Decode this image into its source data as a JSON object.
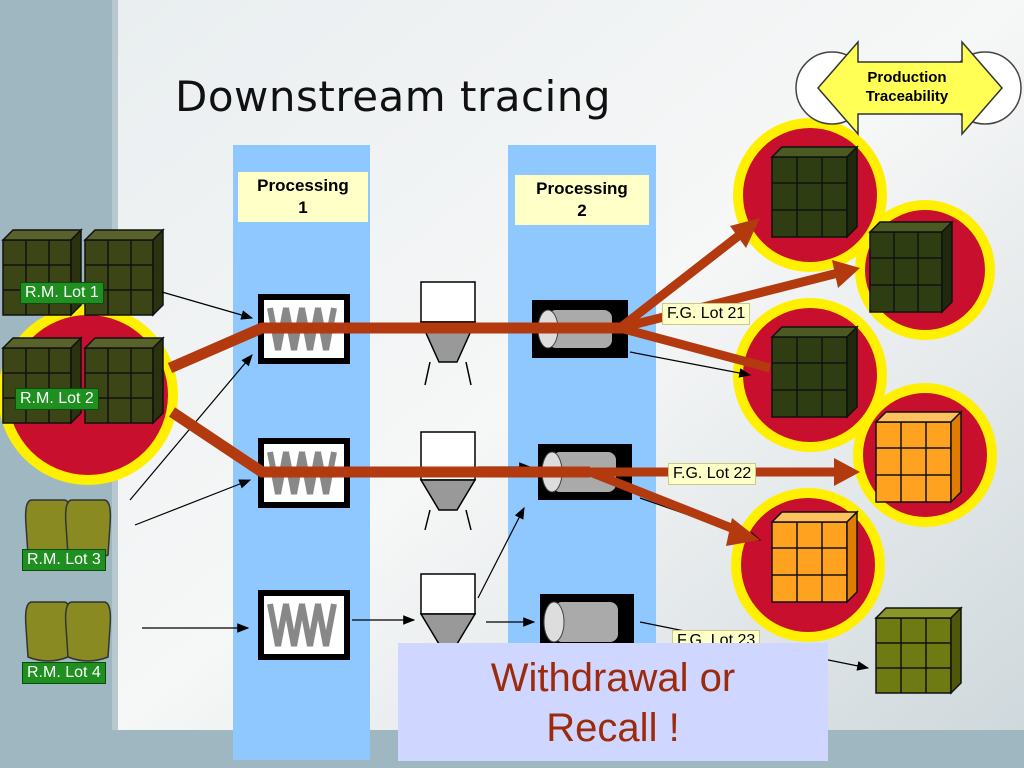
{
  "title": "Downstream tracing",
  "badge": {
    "line1": "Production",
    "line2": "Traceability"
  },
  "processes": [
    {
      "line1": "Processing",
      "line2": "1"
    },
    {
      "line1": "Processing",
      "line2": "2"
    }
  ],
  "raw_material_lots": [
    "R.M. Lot 1",
    "R.M. Lot 2",
    "R.M. Lot 3",
    "R.M. Lot 4"
  ],
  "finished_goods_lots": [
    "F.G. Lot 21",
    "F.G. Lot 22",
    "F.G. Lot 23"
  ],
  "callout": {
    "line1": "Withdrawal or",
    "line2": "Recall !"
  },
  "colors": {
    "trace_arrow": "#b23a0e",
    "recall_circle": "#c8102e",
    "recall_ring": "#ffef00",
    "lane": "#8ec8ff",
    "label_green": "#1f8f1f",
    "label_yellow": "#ffffc8",
    "callout_text": "#9c2a0c"
  }
}
